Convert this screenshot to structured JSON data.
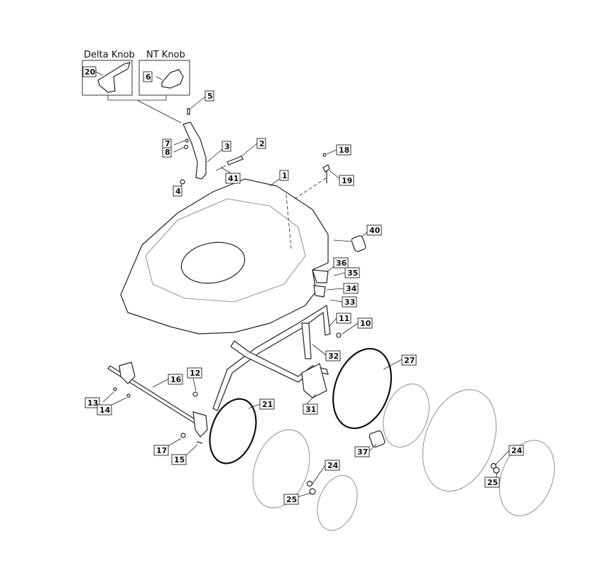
{
  "diagram": {
    "variant_headers": [
      "Delta Knob",
      "NT Knob"
    ],
    "callouts": {
      "c20": "20",
      "c6": "6",
      "c5": "5",
      "c7": "7",
      "c8": "8",
      "c3": "3",
      "c2": "2",
      "c41": "41",
      "c4": "4",
      "c1": "1",
      "c18": "18",
      "c19": "19",
      "c40": "40",
      "c36": "36",
      "c35": "35",
      "c34": "34",
      "c33": "33",
      "c11": "11",
      "c10": "10",
      "c32": "32",
      "c27": "27",
      "c12": "12",
      "c16": "16",
      "c13": "13",
      "c14": "14",
      "c21": "21",
      "c31": "31",
      "c17": "17",
      "c15": "15",
      "c37": "37",
      "c24a": "24",
      "c25a": "25",
      "c24b": "24",
      "c25b": "25"
    }
  }
}
